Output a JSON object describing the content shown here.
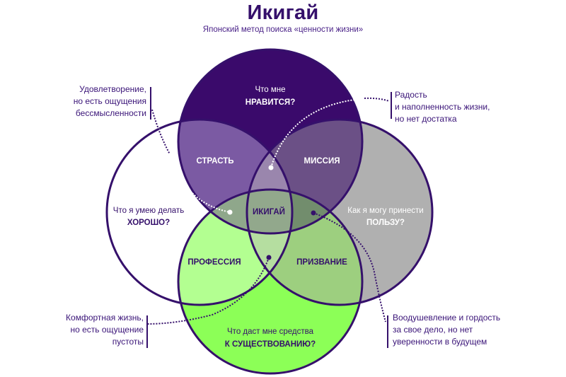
{
  "header": {
    "title": "Икигай",
    "subtitle": "Японский метод поиска «ценности жизни»"
  },
  "circles": {
    "love": {
      "line1": "Что мне",
      "line2": "НРАВИТСЯ?",
      "color": "#3a0a6b"
    },
    "good_at": {
      "line1": "Что я умею делать",
      "line2": "ХОРОШО?",
      "color": "#ffffff"
    },
    "world_needs": {
      "line1": "Как я могу принести",
      "line2": "ПОЛЬЗУ?",
      "color": "#b0b0b0"
    },
    "paid_for": {
      "line1": "Что даст мне средства",
      "line2": "К СУЩЕСТВОВАНИЮ?",
      "color": "#8cff57"
    }
  },
  "regions": {
    "passion": "СТРАСТЬ",
    "mission": "МИССИЯ",
    "profession": "ПРОФЕССИЯ",
    "vocation": "ПРИЗВАНИЕ",
    "ikigai": "ИКИГАЙ"
  },
  "annotations": {
    "top_left": [
      "Удовлетворение,",
      "но есть ощущения",
      "бессмысленности"
    ],
    "top_right": [
      "Радость",
      "и наполненность жизни,",
      "но нет достатка"
    ],
    "bottom_left": [
      "Комфортная жизнь,",
      "но есть ощущение",
      "пустоты"
    ],
    "bottom_right": [
      "Воодушевление и гордость",
      "за свое дело, но нет",
      "уверенности в будущем"
    ]
  },
  "colors": {
    "outline": "#35106b",
    "passion": "#7b5aa3",
    "mission": "#6b5086",
    "love_good_world": "#9a86ad",
    "good_paid": "#b3ff91",
    "world_paid": "#9dcf7f",
    "profession_vocation_mid": "#b5dea0",
    "ikigai": "#92a88c",
    "passion_low": "#8fa78b",
    "mission_low": "#728d6d"
  }
}
